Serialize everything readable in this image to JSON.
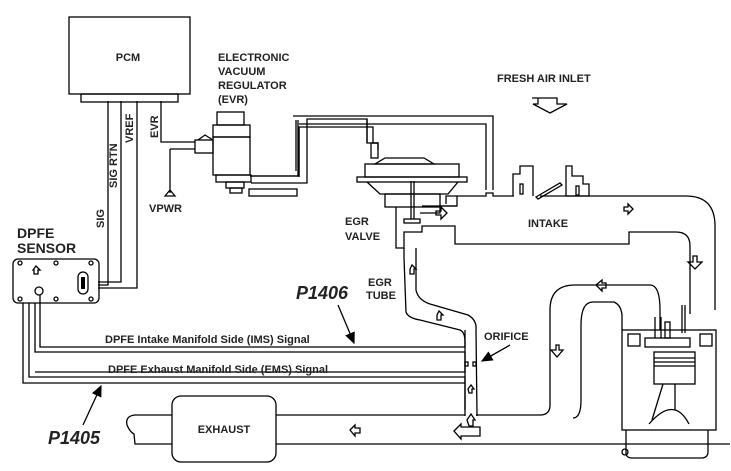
{
  "diagram": {
    "title": "EGR System with DPFE Sensor",
    "components": {
      "pcm": "PCM",
      "evr_lines": [
        "ELECTRONIC",
        "VACUUM",
        "REGULATOR",
        "(EVR)"
      ],
      "fresh_air": "FRESH AIR INLET",
      "intake": "INTAKE",
      "egr_valve_lines": [
        "EGR",
        "VALVE"
      ],
      "egr_tube_lines": [
        "EGR",
        "TUBE"
      ],
      "dpfe_lines": [
        "DPFE",
        "SENSOR"
      ],
      "orifice": "ORIFICE",
      "exhaust": "EXHAUST",
      "vpwr": "VPWR"
    },
    "wires": {
      "sig": "SIG",
      "sig_rtn": "SIG RTN",
      "vref": "VREF",
      "evr": "EVR"
    },
    "signals": {
      "ims": "DPFE Intake Manifold Side (IMS) Signal",
      "ems": "DPFE Exhaust Manifold Side (EMS) Signal"
    },
    "codes": {
      "p1406": "P1406",
      "p1405": "P1405"
    }
  }
}
